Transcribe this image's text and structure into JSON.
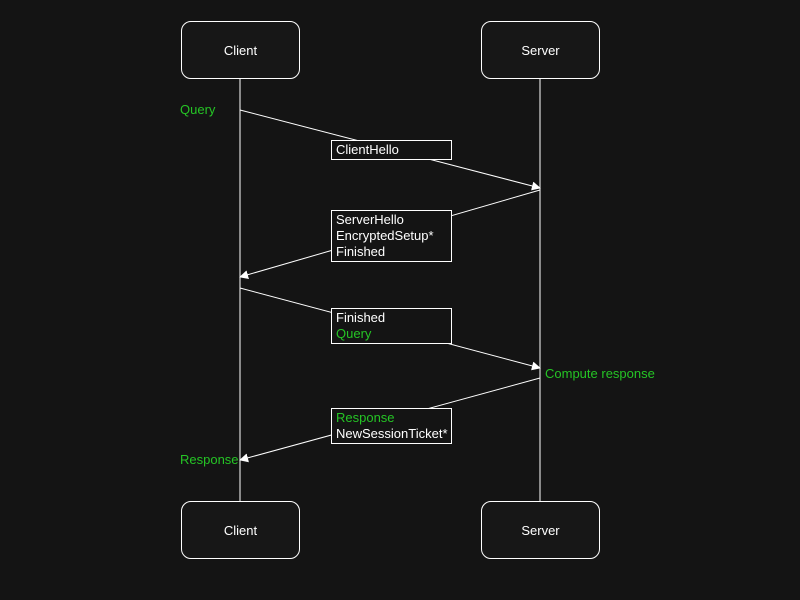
{
  "colors": {
    "background": "#141414",
    "foreground": "#ffffff",
    "accent_green": "#25c425"
  },
  "actors": {
    "top_left": {
      "label": "Client"
    },
    "top_right": {
      "label": "Server"
    },
    "bottom_left": {
      "label": "Client"
    },
    "bottom_right": {
      "label": "Server"
    }
  },
  "annotations": {
    "query": {
      "text": "Query",
      "color": "green"
    },
    "compute": {
      "text": "Compute response",
      "color": "green"
    },
    "response": {
      "text": "Response",
      "color": "green"
    }
  },
  "messages": [
    {
      "direction": "client-to-server",
      "lines": [
        {
          "text": "ClientHello",
          "color": "white"
        }
      ]
    },
    {
      "direction": "server-to-client",
      "lines": [
        {
          "text": "ServerHello",
          "color": "white"
        },
        {
          "text": "EncryptedSetup*",
          "color": "white"
        },
        {
          "text": "Finished",
          "color": "white"
        }
      ]
    },
    {
      "direction": "client-to-server",
      "lines": [
        {
          "text": "Finished",
          "color": "white"
        },
        {
          "text": "Query",
          "color": "green"
        }
      ]
    },
    {
      "direction": "server-to-client",
      "lines": [
        {
          "text": "Response",
          "color": "green"
        },
        {
          "text": "NewSessionTicket*",
          "color": "white"
        }
      ]
    }
  ]
}
